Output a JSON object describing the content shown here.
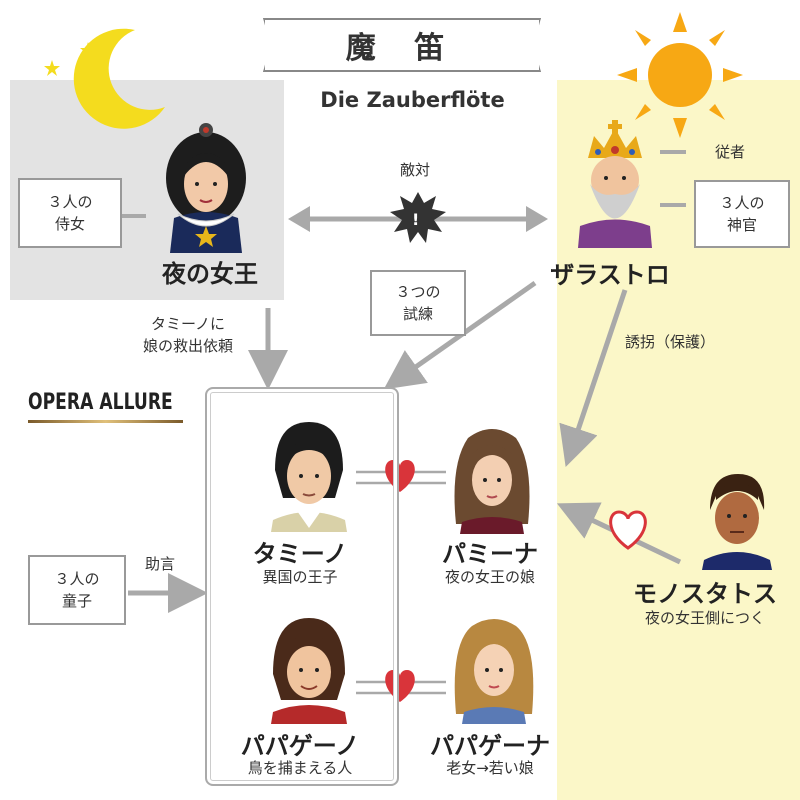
{
  "header": {
    "title": "魔 笛",
    "subtitle": "Die Zauberflöte"
  },
  "logo": {
    "text": "OPERA ALLURE"
  },
  "relations": {
    "enmity": "敵対",
    "trials_line1": "３つの",
    "trials_line2": "試練",
    "request_line1": "タミーノに",
    "request_line2": "娘の救出依頼",
    "abduction": "誘拐（保護）",
    "advice": "助言"
  },
  "groups": {
    "ladies_line1": "３人の",
    "ladies_line2": "侍女",
    "priests_line1": "３人の",
    "priests_line2": "神官",
    "boys_line1": "３人の",
    "boys_line2": "童子",
    "followers": "従者"
  },
  "characters": {
    "queen": {
      "name": "夜の女王"
    },
    "sarastro": {
      "name": "ザラストロ"
    },
    "tamino": {
      "name": "タミーノ",
      "desc": "異国の王子"
    },
    "pamina": {
      "name": "パミーナ",
      "desc": "夜の女王の娘"
    },
    "papageno": {
      "name": "パパゲーノ",
      "desc": "鳥を捕まえる人"
    },
    "papagena": {
      "name": "パパゲーナ",
      "desc": "老女→若い娘"
    },
    "monostatos": {
      "name": "モノスタトス",
      "desc": "夜の女王側につく"
    }
  },
  "colors": {
    "night_band": "#e3e3e3",
    "day_band": "#fbf7c8",
    "heart": "#d9343a",
    "moon": "#f4dc1e",
    "sun": "#f7a814",
    "arrow": "#a9a9a9"
  },
  "icons": [
    "moon-icon",
    "star-icon",
    "sun-icon",
    "heart-icon",
    "explosion-icon"
  ]
}
